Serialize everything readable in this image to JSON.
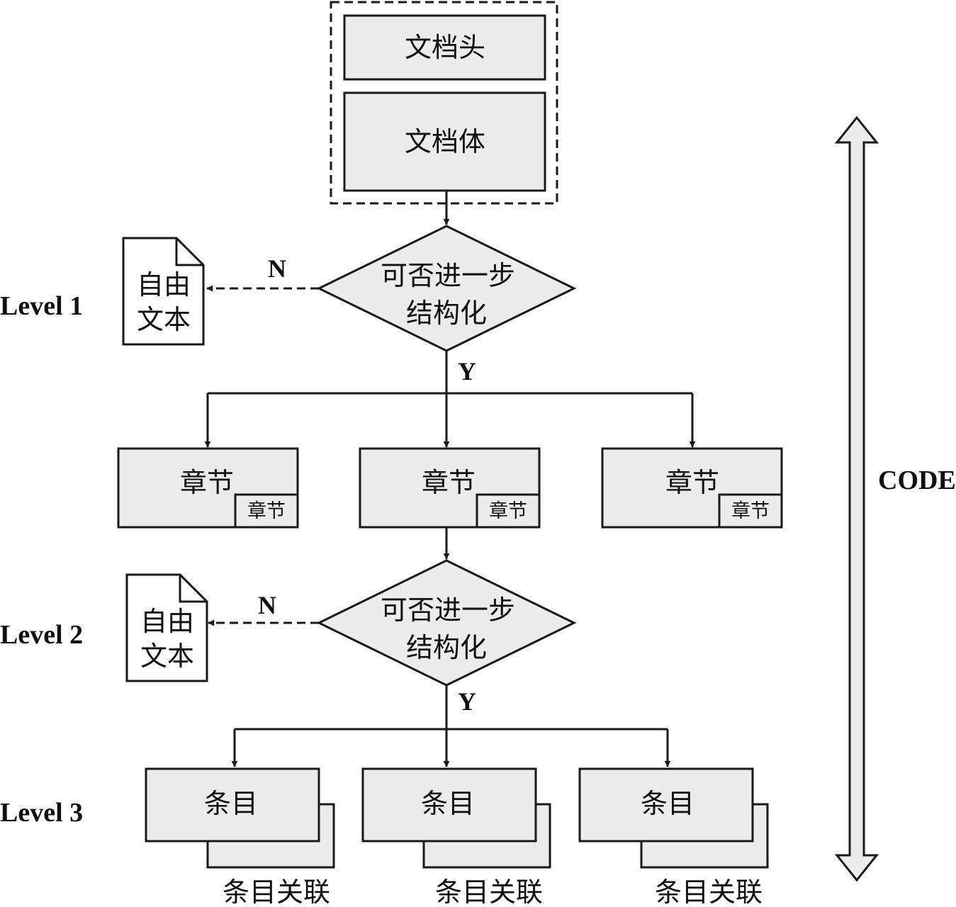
{
  "container": {
    "header": "文档头",
    "body": "文档体"
  },
  "level1": {
    "label": "Level 1",
    "decision": [
      "可否进一步",
      "结构化"
    ],
    "no_label": "N",
    "yes_label": "Y",
    "free_text": [
      "自由",
      "文本"
    ],
    "sections": [
      {
        "title": "章节",
        "sub": "章节"
      },
      {
        "title": "章节",
        "sub": "章节"
      },
      {
        "title": "章节",
        "sub": "章节"
      }
    ]
  },
  "level2": {
    "label": "Level 2",
    "decision": [
      "可否进一步",
      "结构化"
    ],
    "no_label": "N",
    "yes_label": "Y",
    "free_text": [
      "自由",
      "文本"
    ]
  },
  "level3": {
    "label": "Level 3",
    "entries": [
      {
        "title": "条目",
        "relation": "条目关联"
      },
      {
        "title": "条目",
        "relation": "条目关联"
      },
      {
        "title": "条目",
        "relation": "条目关联"
      }
    ]
  },
  "code_label": "CODE"
}
